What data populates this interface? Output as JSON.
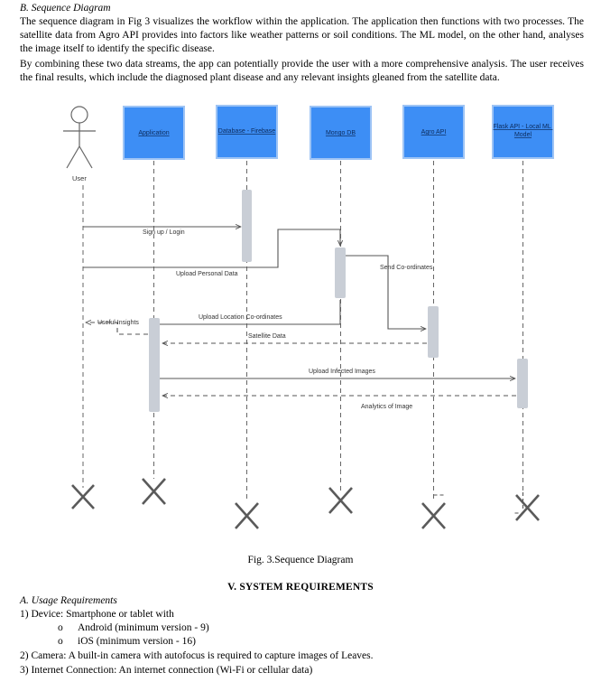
{
  "section_title": "B.  Sequence Diagram",
  "paragraph_1": "The sequence diagram in Fig 3 visualizes the workflow within the application. The application then functions with two processes. The satellite data from Agro API provides into factors like weather patterns or soil conditions.  The ML model, on the other hand, analyses the image itself to identify the specific disease.",
  "paragraph_2": "By combining these two data streams, the app can potentially provide the user with a more comprehensive analysis. The user receives the final results, which include the diagnosed plant disease and any relevant insights gleaned from the satellite data.",
  "diagram": {
    "actor_label": "User",
    "participants": [
      {
        "label": "Application"
      },
      {
        "label": "Database - Firebase"
      },
      {
        "label": "Mongo DB"
      },
      {
        "label": "Agro API"
      },
      {
        "label": "Flask API - Local ML Model"
      }
    ],
    "messages": [
      {
        "label": "Sign up / Login"
      },
      {
        "label": "Upload Personal Data"
      },
      {
        "label": "Send Co-ordinates"
      },
      {
        "label": "Upload Location Co-ordinates"
      },
      {
        "label": "Useful Insights"
      },
      {
        "label": "Satellite Data"
      },
      {
        "label": "Upload Infected Images"
      },
      {
        "label": "Analytics of Image"
      }
    ],
    "colors": {
      "box_fill": "#3d8ef5",
      "box_border": "#9ec4f5",
      "activation": "#c9ced6",
      "line": "#555555"
    }
  },
  "figure_caption": "Fig. 3.Sequence Diagram",
  "system_heading": "V.  SYSTEM REQUIREMENTS",
  "usage_heading": "A.  Usage Requirements",
  "req_1": "1)  Device: Smartphone or tablet with",
  "req_1_bullets": [
    "Android (minimum version - 9)",
    "iOS (minimum version - 16)"
  ],
  "bullet_symbol": "o",
  "req_2": "2)  Camera: A built-in camera with autofocus is required to capture images of Leaves.",
  "req_3": "3)  Internet Connection: An internet connection (Wi-Fi or cellular data)"
}
